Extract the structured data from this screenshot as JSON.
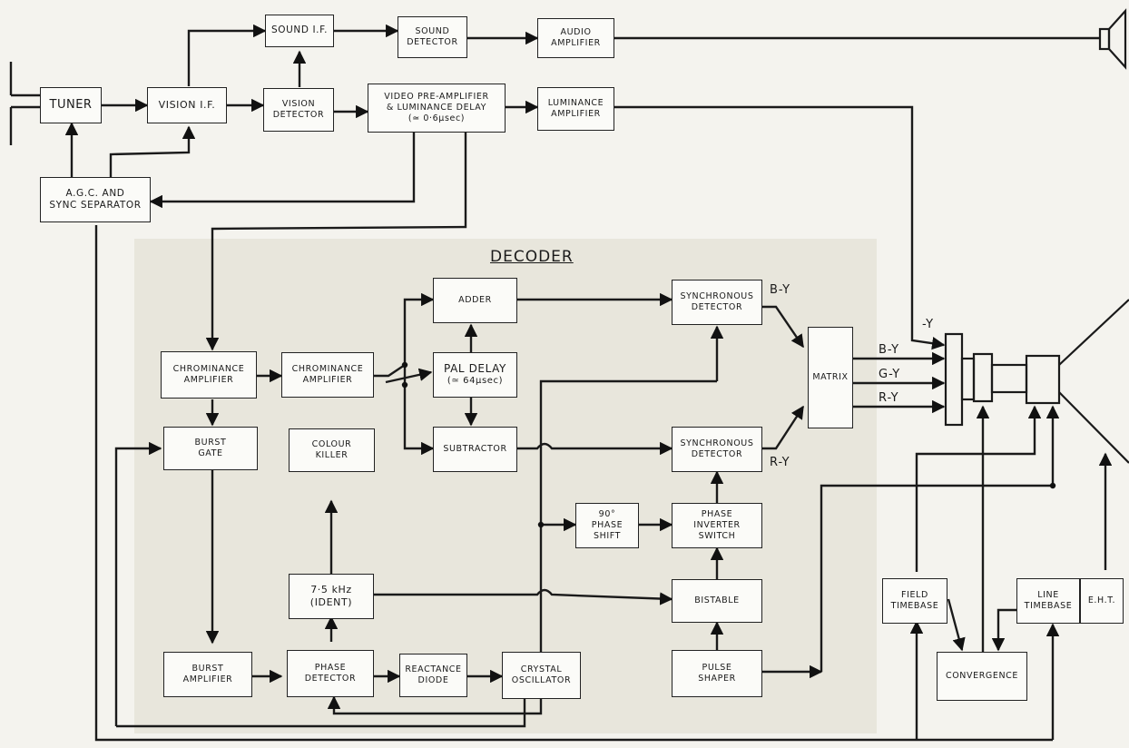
{
  "decoder_title": "DECODER",
  "blocks": {
    "tuner": [
      "TUNER"
    ],
    "vision_if": [
      "VISION I.F."
    ],
    "sound_if": [
      "SOUND I.F."
    ],
    "vision_detector": [
      "VISION",
      "DETECTOR"
    ],
    "sound_detector": [
      "SOUND",
      "DETECTOR"
    ],
    "audio_amplifier": [
      "AUDIO",
      "AMPLIFIER"
    ],
    "video_preamp": [
      "VIDEO PRE-AMPLIFIER",
      "& LUMINANCE DELAY",
      "(≃ 0·6µsec)"
    ],
    "luminance_amplifier": [
      "LUMINANCE",
      "AMPLIFIER"
    ],
    "agc_sync": [
      "A.G.C. AND",
      "SYNC SEPARATOR"
    ],
    "chrom_amp_1": [
      "CHROMINANCE",
      "AMPLIFIER"
    ],
    "chrom_amp_2": [
      "CHROMINANCE",
      "AMPLIFIER"
    ],
    "adder": [
      "ADDER"
    ],
    "pal_delay": [
      "PAL DELAY",
      "(≃ 64µsec)"
    ],
    "subtractor": [
      "SUBTRACTOR"
    ],
    "sync_det_1": [
      "SYNCHRONOUS",
      "DETECTOR"
    ],
    "sync_det_2": [
      "SYNCHRONOUS",
      "DETECTOR"
    ],
    "matrix": [
      "MATRIX"
    ],
    "burst_gate": [
      "BURST",
      "GATE"
    ],
    "colour_killer": [
      "COLOUR",
      "KILLER"
    ],
    "phase_shift": [
      "90°",
      "PHASE",
      "SHIFT"
    ],
    "phase_inverter": [
      "PHASE",
      "INVERTER",
      "SWITCH"
    ],
    "ident": [
      "7·5 kHz",
      "(IDENT)"
    ],
    "bistable": [
      "BISTABLE"
    ],
    "burst_amplifier": [
      "BURST",
      "AMPLIFIER"
    ],
    "phase_detector": [
      "PHASE",
      "DETECTOR"
    ],
    "reactance_diode": [
      "REACTANCE",
      "DIODE"
    ],
    "crystal_oscillator": [
      "CRYSTAL",
      "OSCILLATOR"
    ],
    "pulse_shaper": [
      "PULSE",
      "SHAPER"
    ],
    "field_timebase": [
      "FIELD",
      "TIMEBASE"
    ],
    "line_timebase": [
      "LINE",
      "TIMEBASE"
    ],
    "eht": [
      "E.H.T."
    ],
    "convergence": [
      "CONVERGENCE"
    ]
  },
  "signal_labels": {
    "b_y_top": "B-Y",
    "r_y_bottom": "R-Y",
    "minus_y": "-Y",
    "b_y": "B-Y",
    "g_y": "G-Y",
    "r_y": "R-Y"
  }
}
